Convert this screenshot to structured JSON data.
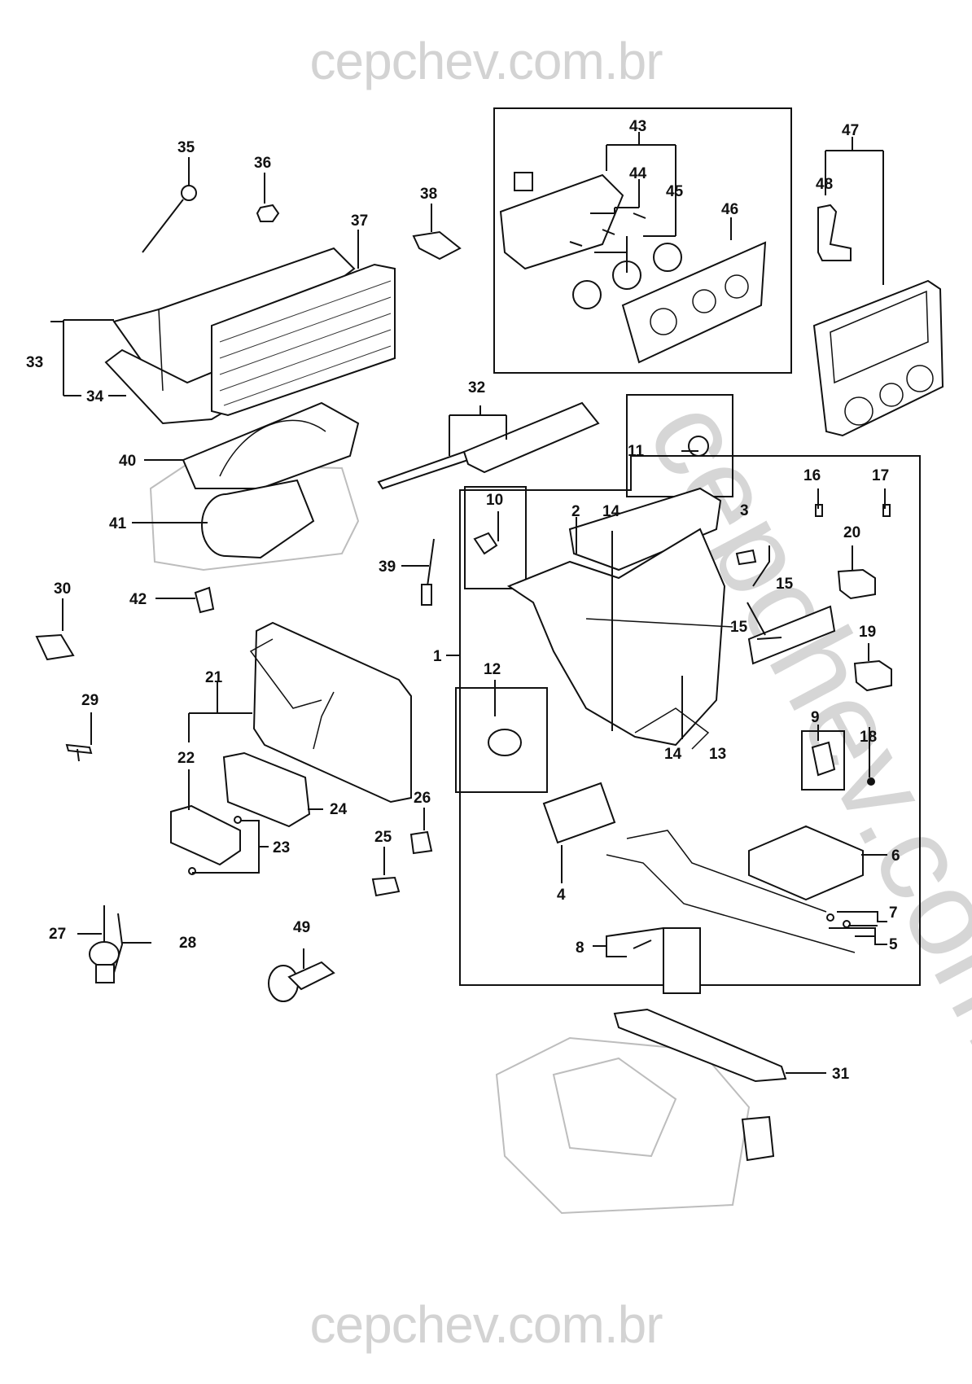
{
  "watermark": {
    "top": "cepchev.com.br",
    "bottom": "cepchev.com.br",
    "diagonal": "cepchev.com.br"
  },
  "diagram": {
    "type": "exploded-parts-diagram",
    "subject": "HVAC / heater and air-conditioning module",
    "callouts": [
      {
        "id": "1",
        "label": "1"
      },
      {
        "id": "2",
        "label": "2"
      },
      {
        "id": "3",
        "label": "3"
      },
      {
        "id": "4",
        "label": "4"
      },
      {
        "id": "5",
        "label": "5"
      },
      {
        "id": "6",
        "label": "6"
      },
      {
        "id": "7",
        "label": "7"
      },
      {
        "id": "8",
        "label": "8"
      },
      {
        "id": "9",
        "label": "9"
      },
      {
        "id": "10",
        "label": "10"
      },
      {
        "id": "11",
        "label": "11"
      },
      {
        "id": "12",
        "label": "12"
      },
      {
        "id": "13",
        "label": "13"
      },
      {
        "id": "14a",
        "label": "14"
      },
      {
        "id": "14b",
        "label": "14"
      },
      {
        "id": "15a",
        "label": "15"
      },
      {
        "id": "15b",
        "label": "15"
      },
      {
        "id": "16",
        "label": "16"
      },
      {
        "id": "17",
        "label": "17"
      },
      {
        "id": "18",
        "label": "18"
      },
      {
        "id": "19",
        "label": "19"
      },
      {
        "id": "20",
        "label": "20"
      },
      {
        "id": "21",
        "label": "21"
      },
      {
        "id": "22",
        "label": "22"
      },
      {
        "id": "23",
        "label": "23"
      },
      {
        "id": "24",
        "label": "24"
      },
      {
        "id": "25",
        "label": "25"
      },
      {
        "id": "26",
        "label": "26"
      },
      {
        "id": "27",
        "label": "27"
      },
      {
        "id": "28",
        "label": "28"
      },
      {
        "id": "29",
        "label": "29"
      },
      {
        "id": "30",
        "label": "30"
      },
      {
        "id": "31",
        "label": "31"
      },
      {
        "id": "32",
        "label": "32"
      },
      {
        "id": "33",
        "label": "33"
      },
      {
        "id": "34",
        "label": "34"
      },
      {
        "id": "35",
        "label": "35"
      },
      {
        "id": "36",
        "label": "36"
      },
      {
        "id": "37",
        "label": "37"
      },
      {
        "id": "38",
        "label": "38"
      },
      {
        "id": "39",
        "label": "39"
      },
      {
        "id": "40",
        "label": "40"
      },
      {
        "id": "41",
        "label": "41"
      },
      {
        "id": "42",
        "label": "42"
      },
      {
        "id": "43",
        "label": "43"
      },
      {
        "id": "44",
        "label": "44"
      },
      {
        "id": "45",
        "label": "45"
      },
      {
        "id": "46",
        "label": "46"
      },
      {
        "id": "47",
        "label": "47"
      },
      {
        "id": "48",
        "label": "48"
      },
      {
        "id": "49",
        "label": "49"
      }
    ]
  }
}
